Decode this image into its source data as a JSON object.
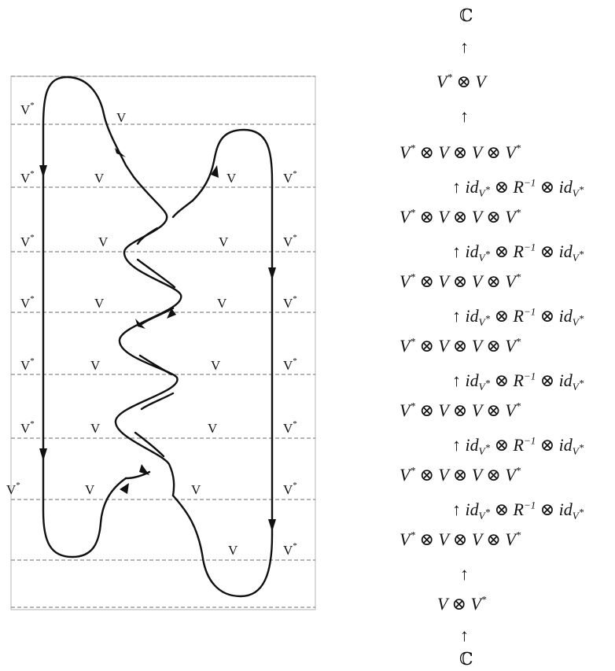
{
  "diagram": {
    "strand_labels": {
      "V": "V",
      "V_dual": "V",
      "star": "*"
    }
  },
  "sequence": {
    "complex": "ℂ",
    "up_arrow": "↑",
    "space_2a": "V* ⊗ V",
    "space_4": "V* ⊗ V ⊗ V ⊗ V*",
    "space_2b": "V ⊗ V*",
    "map": "id_{V*} ⊗ R^{-1} ⊗ id_{V*}"
  }
}
